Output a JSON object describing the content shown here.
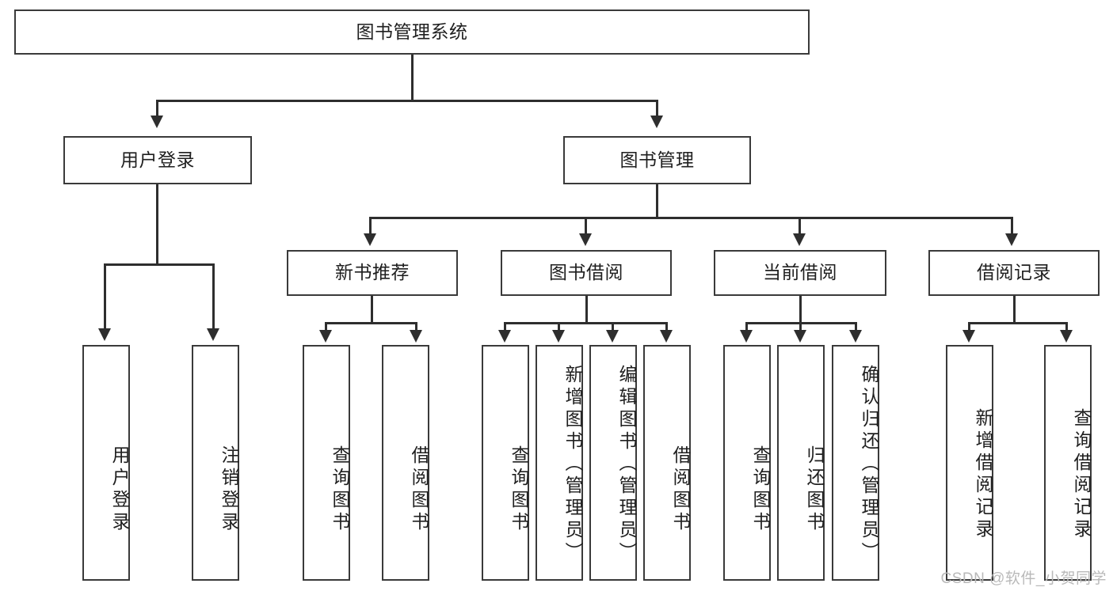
{
  "diagram": {
    "title": "图书管理系统",
    "type": "tree",
    "root": {
      "id": "root",
      "label": "图书管理系统"
    },
    "level2": [
      {
        "id": "user-login",
        "label": "用户登录"
      },
      {
        "id": "book-manage",
        "label": "图书管理"
      }
    ],
    "level3": [
      {
        "id": "new-book-recommend",
        "label": "新书推荐",
        "parent": "book-manage"
      },
      {
        "id": "book-borrow",
        "label": "图书借阅",
        "parent": "book-manage"
      },
      {
        "id": "current-borrow",
        "label": "当前借阅",
        "parent": "book-manage"
      },
      {
        "id": "borrow-record",
        "label": "借阅记录",
        "parent": "book-manage"
      }
    ],
    "leaves": [
      {
        "id": "leaf-user-login",
        "label": "用户登录",
        "parent": "user-login"
      },
      {
        "id": "leaf-logout",
        "label": "注销登录",
        "parent": "user-login"
      },
      {
        "id": "leaf-query-book-1",
        "label": "查询图书",
        "parent": "new-book-recommend"
      },
      {
        "id": "leaf-borrow-book-1",
        "label": "借阅图书",
        "parent": "new-book-recommend"
      },
      {
        "id": "leaf-query-book-2",
        "label": "查询图书",
        "parent": "book-borrow"
      },
      {
        "id": "leaf-add-book",
        "label": "新增图书（管理员）",
        "parent": "book-borrow"
      },
      {
        "id": "leaf-edit-book",
        "label": "编辑图书（管理员）",
        "parent": "book-borrow"
      },
      {
        "id": "leaf-borrow-book-2",
        "label": "借阅图书",
        "parent": "book-borrow"
      },
      {
        "id": "leaf-query-book-3",
        "label": "查询图书",
        "parent": "current-borrow"
      },
      {
        "id": "leaf-return-book",
        "label": "归还图书",
        "parent": "current-borrow"
      },
      {
        "id": "leaf-confirm-return",
        "label": "确认归还（管理员）",
        "parent": "current-borrow"
      },
      {
        "id": "leaf-add-record",
        "label": "新增借阅记录",
        "parent": "borrow-record"
      },
      {
        "id": "leaf-query-record",
        "label": "查询借阅记录",
        "parent": "borrow-record"
      }
    ],
    "colors": {
      "border": "#3a3a3a",
      "connector": "#2e2e2e",
      "background": "#ffffff",
      "text": "#1f1f1f",
      "watermark": "#b9b9b9"
    }
  },
  "watermark": {
    "text": "CSDN @软件_小贺同学"
  }
}
